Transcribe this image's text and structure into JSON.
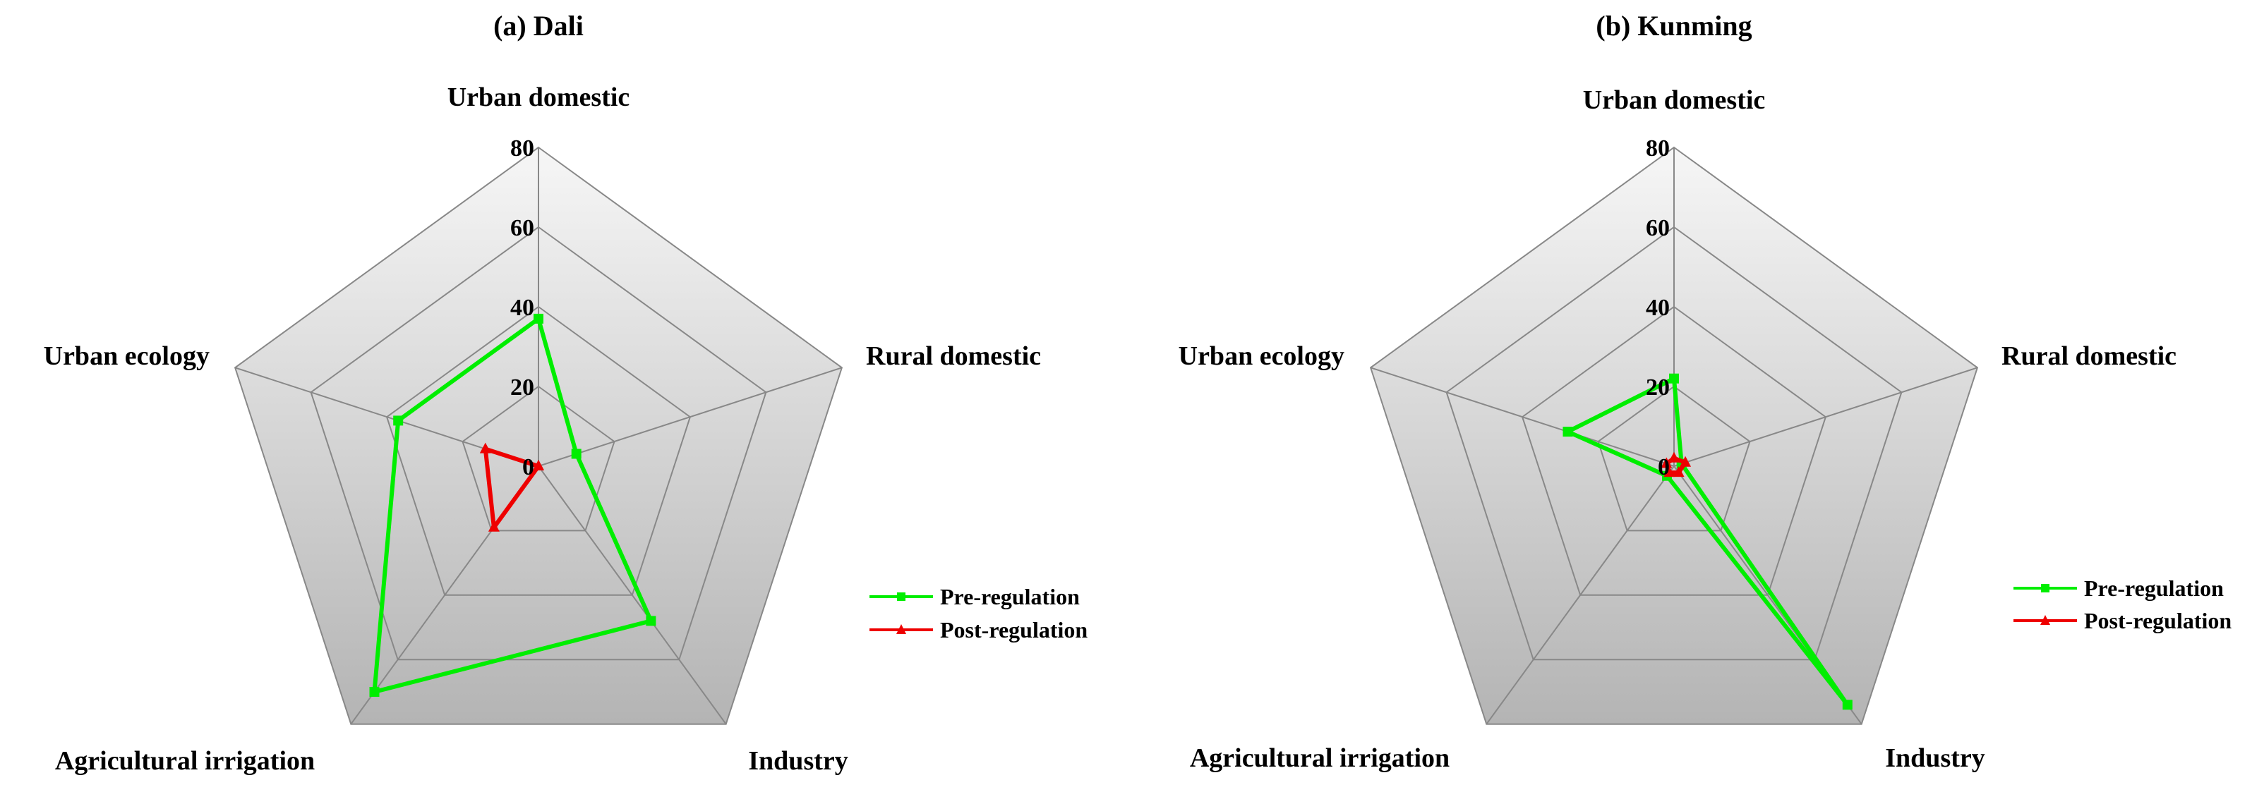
{
  "chart_data": [
    {
      "type": "radar",
      "title": "(a) Dali",
      "categories": [
        "Urban domestic",
        "Rural domestic",
        "Industry",
        "Agricultural irrigation",
        "Urban ecology"
      ],
      "rlim": [
        0,
        80
      ],
      "ticks": [
        "0",
        "20",
        "40",
        "60",
        "80"
      ],
      "grid": true,
      "legend_position": "right",
      "series": [
        {
          "name": "Pre-regulation",
          "color": "#00ee00",
          "marker": "square",
          "values": [
            37,
            10,
            48,
            70,
            37
          ]
        },
        {
          "name": "Post-regulation",
          "color": "#ee0000",
          "marker": "triangle",
          "values": [
            0,
            0,
            0,
            19,
            14
          ]
        }
      ]
    },
    {
      "type": "radar",
      "title": "(b) Kunming",
      "categories": [
        "Urban domestic",
        "Rural domestic",
        "Industry",
        "Agricultural irrigation",
        "Urban ecology"
      ],
      "rlim": [
        0,
        80
      ],
      "ticks": [
        "0",
        "20",
        "40",
        "60",
        "80"
      ],
      "grid": true,
      "legend_position": "right",
      "series": [
        {
          "name": "Pre-regulation",
          "color": "#00ee00",
          "marker": "square",
          "values": [
            22,
            2,
            74,
            3,
            28
          ]
        },
        {
          "name": "Post-regulation",
          "color": "#ee0000",
          "marker": "triangle",
          "values": [
            2,
            3,
            2,
            2,
            2
          ]
        }
      ]
    }
  ]
}
